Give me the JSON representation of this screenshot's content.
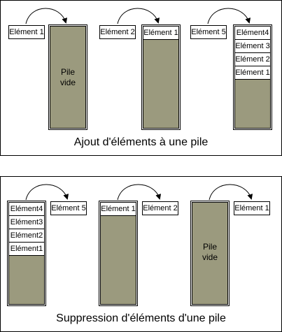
{
  "top": {
    "caption": "Ajout d'éléments à une pile",
    "step1": {
      "element": "Elément 1",
      "stack_empty_line1": "Pile",
      "stack_empty_line2": "vide"
    },
    "step2": {
      "element": "Elément 2",
      "stack": [
        "Elément 1"
      ]
    },
    "step3": {
      "element": "Elément 5",
      "stack": [
        "Elément4",
        "Elément 3",
        "Elément 2",
        "Elément 1"
      ]
    }
  },
  "bottom": {
    "caption": "Suppression d'éléments d'une pile",
    "step1": {
      "stack": [
        "Elément4",
        "Elément3",
        "Elément2",
        "Elément1"
      ],
      "element": "Elément 5"
    },
    "step2": {
      "stack": [
        "Elément 1"
      ],
      "element": "Elément 2"
    },
    "step3": {
      "stack_empty_line1": "Pile",
      "stack_empty_line2": "vide",
      "element": "Elément 1"
    }
  }
}
